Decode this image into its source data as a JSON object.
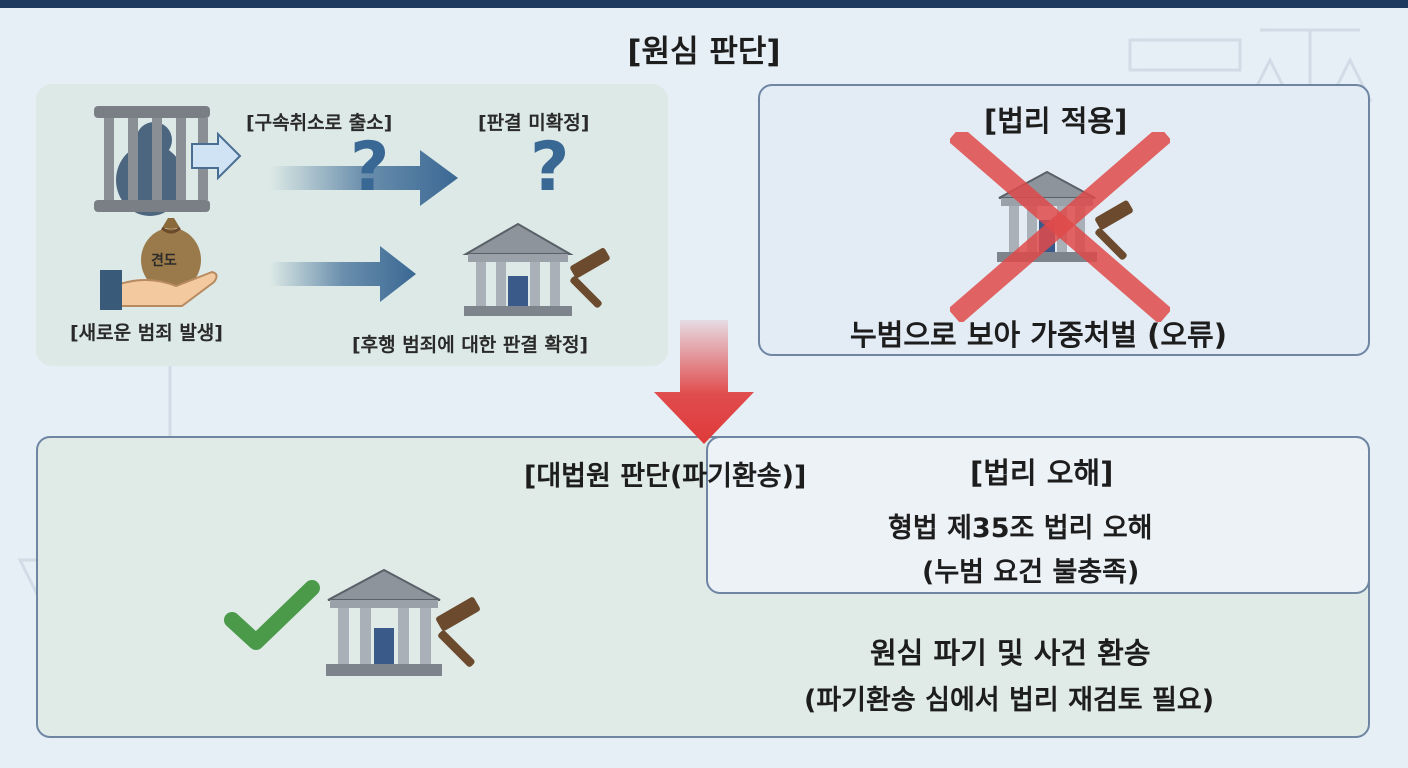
{
  "title": "[원심 판단]",
  "top_left": {
    "release_label": "[구속취소로 출소]",
    "unfinalized_label": "[판결 미확정]",
    "question_mark_1": "?",
    "question_mark_2": "?",
    "bag_label": "견도",
    "new_crime_label": "[새로운 범죄 발생]",
    "later_judgment_label": "[후행 범죄에 대한 판결 확정]"
  },
  "top_right": {
    "heading": "[법리 적용]",
    "caption": "누범으로 보아 가중처벌 (오류)"
  },
  "bottom": {
    "heading": "[대법원 판단(파기환송)]",
    "error_heading": "[법리 오해]",
    "error_line1": "형법 제35조 법리 오해",
    "error_line2": "(누범 요건 불충족)",
    "result_line1": "원심 파기 및 사건 환송",
    "result_line2": "(파기환송 심에서 법리 재검토 필요)"
  },
  "colors": {
    "accent_navy": "#1f3a5f",
    "arrow_blue": "#3a6894",
    "cross_red": "#e04a4a",
    "down_arrow_red": "#e03a3a",
    "check_green": "#4a9a4a",
    "panel_border": "#6f86a3"
  },
  "icons": [
    "jail-icon",
    "money-bag-hand-icon",
    "courthouse-icon",
    "gavel-icon",
    "red-cross-icon",
    "check-icon",
    "down-arrow-icon",
    "right-arrow-icon"
  ]
}
